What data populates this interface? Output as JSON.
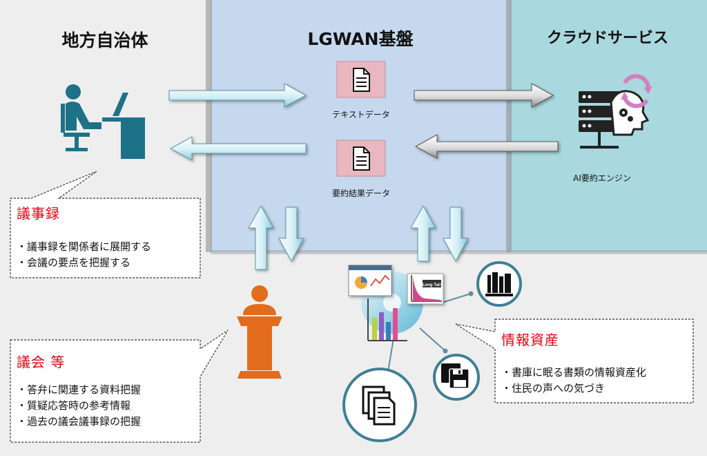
{
  "columns": {
    "local_gov": "地方自治体",
    "lgwan": "LGWAN基盤",
    "cloud": "クラウドサービス"
  },
  "documents": {
    "text_data": "テキストデータ",
    "summary_data": "要約結果データ"
  },
  "engine": {
    "label": "AI要約エンジン"
  },
  "longtail_label": "Long Tail",
  "callouts": {
    "minutes": {
      "title": "議事録",
      "items": [
        "・議事録を関係者に展開する",
        "・会議の要点を把握する"
      ]
    },
    "assembly": {
      "title": "議会 等",
      "items": [
        "・答弁に関連する資料把握",
        "・質疑応答時の参考情報",
        "・過去の議会議事録の把握"
      ]
    },
    "assets": {
      "title": "情報資産",
      "items": [
        "・書庫に眠る書類の情報資産化",
        "・住民の声への気づき"
      ]
    }
  },
  "colors": {
    "local_bg": "#eeeeee",
    "lgwan_bg": "#c5d8ee",
    "cloud_bg": "#a9d8df",
    "icon_teal": "#1e7287",
    "podium_orange": "#e26b1c",
    "doc_pink": "#e8b7c0",
    "callout_red": "#e60012"
  }
}
